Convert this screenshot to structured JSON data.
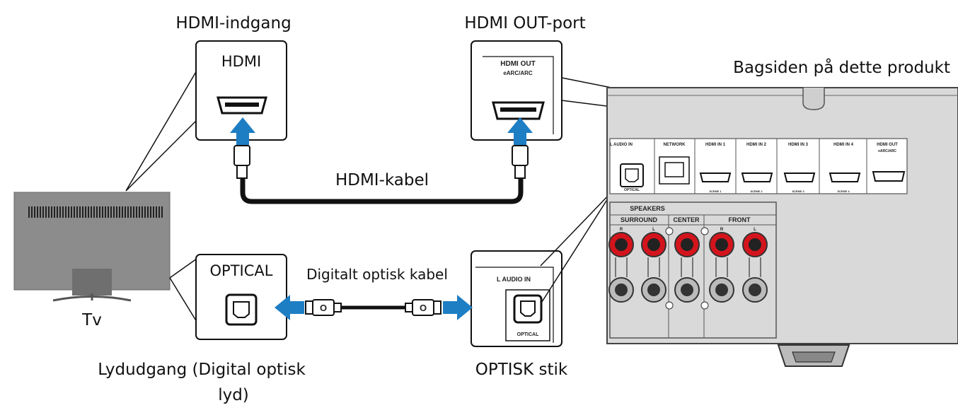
{
  "labels": {
    "hdmi_input": "HDMI-indgang",
    "hdmi_out_port": "HDMI OUT-port",
    "rear_panel": "Bagsiden på dette produkt",
    "hdmi_cable": "HDMI-kabel",
    "optical_cable": "Digitalt optisk kabel",
    "tv": "Tv",
    "audio_out_line1": "Lydudgang (Digital optisk",
    "audio_out_line2": "lyd)",
    "optical_jack": "OPTISK stik"
  },
  "tv_callouts": {
    "hdmi_box": "HDMI",
    "optical_box": "OPTICAL"
  },
  "hdmi_out_callout": {
    "line1": "HDMI OUT",
    "line2": "eARC/ARC"
  },
  "audio_in_callout": {
    "title": "L AUDIO IN",
    "sub": "OPTICAL"
  },
  "cable_plug_text": "O",
  "panel": {
    "audio_in": "L AUDIO IN",
    "optical": "OPTICAL",
    "network": "NETWORK",
    "hdmi_in": [
      {
        "label": "HDMI IN 1",
        "scene": "SCENE 1"
      },
      {
        "label": "HDMI IN 2",
        "scene": "SCENE 2"
      },
      {
        "label": "HDMI IN 3",
        "scene": "SCENE 3"
      },
      {
        "label": "HDMI IN 4",
        "scene": "SCENE 4"
      }
    ],
    "hdmi_out_line1": "HDMI OUT",
    "hdmi_out_line2": "eARC/ARC",
    "speakers": "SPEAKERS",
    "surround": "SURROUND",
    "center": "CENTER",
    "front": "FRONT",
    "r": "R",
    "l": "L"
  },
  "colors": {
    "arrow_blue": "#1e7ec4",
    "tv_gray": "#8c8c8c",
    "panel_gray": "#d9d9d9",
    "terminal_red": "#d4141c"
  }
}
